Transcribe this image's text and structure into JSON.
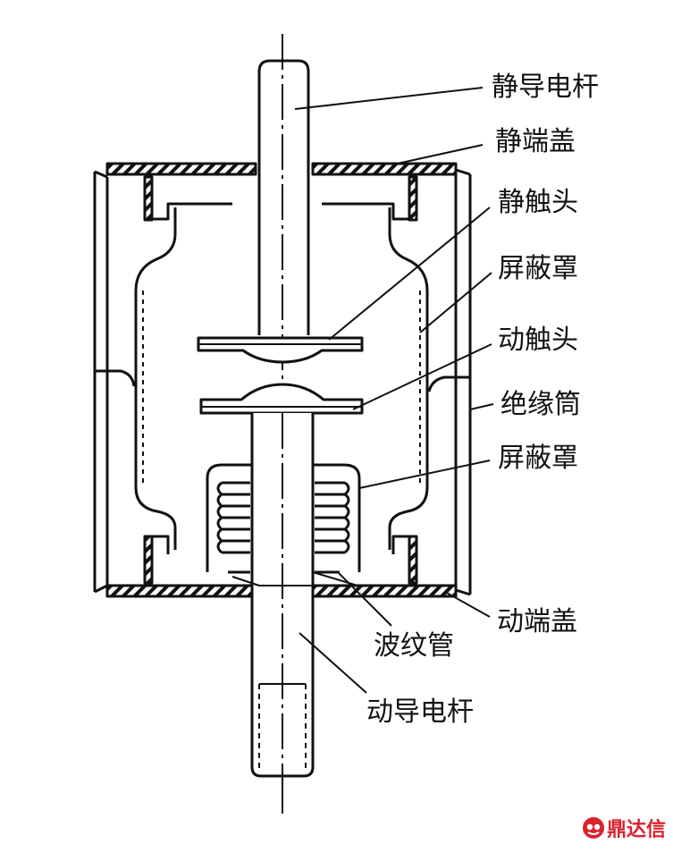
{
  "labels": {
    "static_rod": "静导电杆",
    "static_end_cover": "静端盖",
    "static_contact": "静触头",
    "shield_upper": "屏蔽罩",
    "moving_contact": "动触头",
    "insulating_tube": "绝缘筒",
    "shield_lower": "屏蔽罩",
    "bellows": "波纹管",
    "moving_end_cover": "动端盖",
    "moving_rod": "动导电杆"
  },
  "watermark": {
    "text": "鼎达信",
    "color": "#d9232d"
  }
}
